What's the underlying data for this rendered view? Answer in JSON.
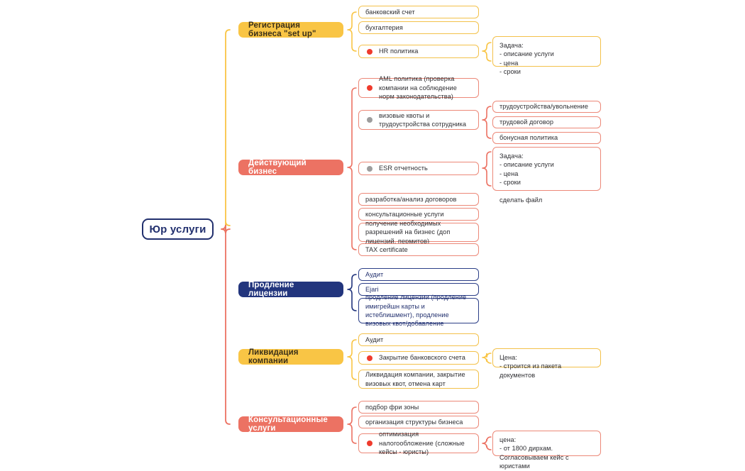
{
  "meta": {
    "title": "Юр услуги",
    "colors": {
      "yellow": "#f9c545",
      "salmon": "#ec7263",
      "navy": "#22357d",
      "leaf_yellow_border": "#f3c14a",
      "leaf_salmon_border": "#ec8878",
      "leaf_navy_border": "#2b3e87",
      "dot_red": "#ef3b2d",
      "dot_gray": "#9d9d9d",
      "background": "#ffffff"
    }
  },
  "root": {
    "label": "Юр услуги"
  },
  "branches": [
    {
      "id": "registration",
      "label": "Регистрация бизнеса \"set up\"",
      "theme": "yellow",
      "children": [
        {
          "label": "банковский счет",
          "dot": "none"
        },
        {
          "label": "бухгалтерия",
          "dot": "none"
        },
        {
          "label": "HR политика",
          "dot": "red",
          "details": [
            {
              "label": "Задача:\n- описание услуги\n- цена\n- сроки"
            }
          ]
        }
      ]
    },
    {
      "id": "operating",
      "label": "Действующий бизнес",
      "theme": "salmon",
      "children": [
        {
          "label": "AML политика (проверка компании на соблюдение норм законодательства)",
          "dot": "red"
        },
        {
          "label": "визовые квоты и трудоустройства сотрудника",
          "dot": "gray",
          "details": [
            {
              "label": "трудоустройства/увольнение"
            },
            {
              "label": "трудовой договор"
            },
            {
              "label": "бонусная политика"
            }
          ]
        },
        {
          "label": "ESR отчетность",
          "dot": "gray",
          "details": [
            {
              "label": "Задача:\n- описание услуги\n- цена\n- сроки\n\nсделать файл"
            }
          ]
        },
        {
          "label": "разработка/анализ договоров",
          "dot": "none"
        },
        {
          "label": "консультационные услуги",
          "dot": "none"
        },
        {
          "label": "получение необходимых разрешений на бизнес (доп лицензий, пермитов)",
          "dot": "none"
        },
        {
          "label": "TAX certificate",
          "dot": "none"
        }
      ]
    },
    {
      "id": "license-renewal",
      "label": "Продление лицензии",
      "theme": "navy",
      "children": [
        {
          "label": "Аудит",
          "dot": "none"
        },
        {
          "label": "Ejari",
          "dot": "none"
        },
        {
          "label": "продление лицензии (продление имигрейшн карты и истеблишмент), продление визовых квот/добавление",
          "dot": "none"
        }
      ]
    },
    {
      "id": "liquidation",
      "label": "Ликвидация компании",
      "theme": "yellow",
      "children": [
        {
          "label": "Аудит",
          "dot": "none"
        },
        {
          "label": "Закрытие банковского счета",
          "dot": "red",
          "details": [
            {
              "label": "Цена:\n- строится из пакета документов"
            }
          ]
        },
        {
          "label": "Ликвидация компании, закрытие визовых квот, отмена карт",
          "dot": "none"
        }
      ]
    },
    {
      "id": "consulting",
      "label": "Консультационные услуги",
      "theme": "salmon",
      "children": [
        {
          "label": "подбор фри зоны",
          "dot": "none"
        },
        {
          "label": "организация структуры бизнеса",
          "dot": "none"
        },
        {
          "label": "оптимизация налогообложение (сложные кейсы - юристы)",
          "dot": "red",
          "details": [
            {
              "label": "цена:\n- от 1800 дирхам. Согласовываем кейс с юристами"
            }
          ]
        }
      ]
    }
  ]
}
